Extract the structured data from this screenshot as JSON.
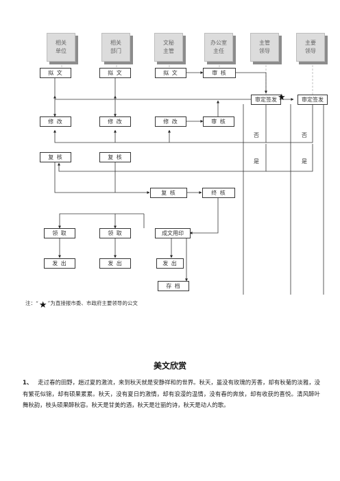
{
  "headers": [
    {
      "line1": "相关",
      "line2": "单位"
    },
    {
      "line1": "相关",
      "line2": "部门"
    },
    {
      "line1": "文秘",
      "line2": "主管"
    },
    {
      "line1": "办公室",
      "line2": "主任"
    },
    {
      "line1": "主管",
      "line2": "领导"
    },
    {
      "line1": "主要",
      "line2": "领导"
    }
  ],
  "nodes": {
    "draft1": "拟 文",
    "draft2": "拟 文",
    "draft3": "拟 文",
    "review1": "审 核",
    "sign1": "审定签发",
    "sign2": "审定签发",
    "modify1": "修 改",
    "modify2": "修 改",
    "modify3": "修 改",
    "review2": "审 核",
    "recheck1": "复 核",
    "recheck2": "复 核",
    "recheck3": "复 核",
    "final_review": "终 核",
    "receive1": "领 取",
    "receive2": "领 取",
    "print": "成文用印",
    "issue1": "发 出",
    "issue2": "发 出",
    "issue3": "发 出",
    "archive": "存 档"
  },
  "labels": {
    "no1": "否",
    "no2": "否",
    "yes1": "是",
    "yes2": "是"
  },
  "note": {
    "prefix": "注：“",
    "suffix": "”为直接报市委、市政府主要领导的公文",
    "icon": "star-icon"
  },
  "essay": {
    "title": "美文欣赏",
    "number": "1、",
    "text": "走过春的田野，趟过夏的激流，来到秋天就是安静祥和的世界。秋天，虽没有玫瑰的芳香，却有秋菊的淡雅，没有繁花似锦，却有硕果累累。秋天，没有夏日的激情，却有浪漫的温情，没有春的奔放，却有收获的喜悦。清风醉叶舞秋韵，枝头硕果醉秋容。秋天是甘美的酒，秋天是壮丽的诗，秋天是动人的歌。"
  }
}
